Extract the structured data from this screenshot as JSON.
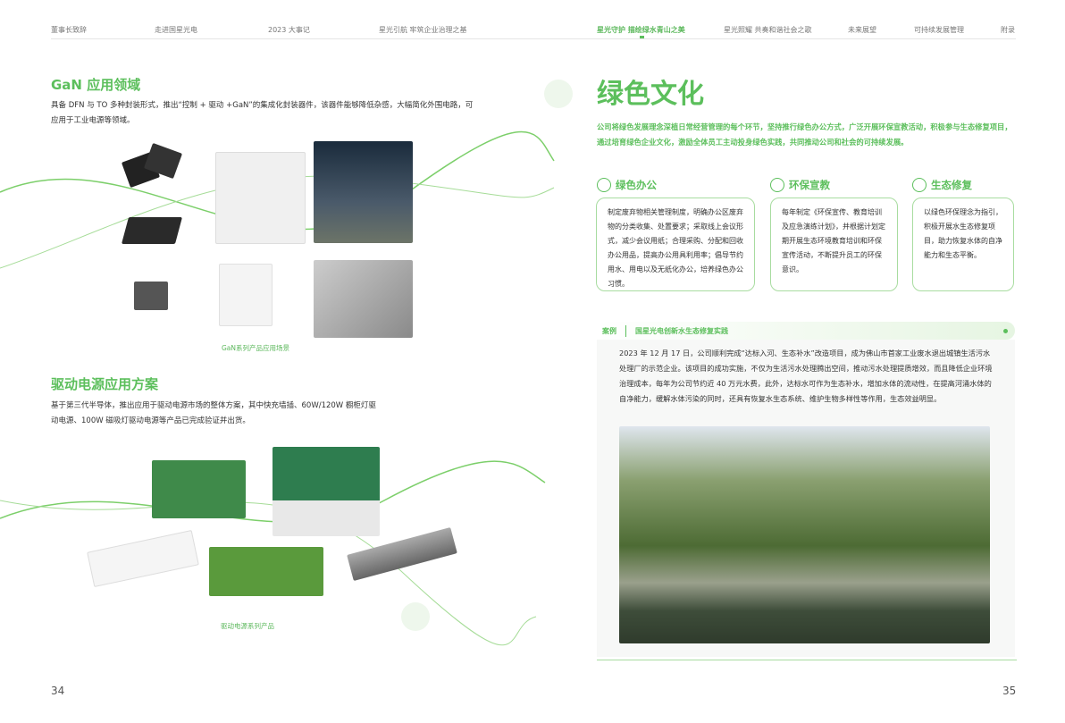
{
  "nav": {
    "items": [
      "董事长致辞",
      "走进国星光电",
      "2023 大事记",
      "星光引航 牢筑企业治理之基",
      "星光守护 描绘绿水青山之美",
      "星光照耀 共奏和谐社会之歌",
      "未来展望",
      "可持续发展管理",
      "附录"
    ],
    "active_index": 4
  },
  "left": {
    "gan": {
      "title": "GaN 应用领域",
      "body": "具备 DFN 与 TO 多种封装形式，推出“控制 + 驱动 +GaN”的集成化封装器件，该器件能够降低杂感，大幅简化外围电路，可应用于工业电源等领域。",
      "caption": "GaN系列产品应用场景"
    },
    "drive": {
      "title": "驱动电源应用方案",
      "body": "基于第三代半导体，推出应用于驱动电源市场的整体方案，其中快充墙插、60W/120W 橱柜灯驱动电源、100W 磁吸灯驱动电源等产品已完成验证并出货。",
      "caption": "驱动电源系列产品"
    },
    "page_number": "34"
  },
  "right": {
    "title": "绿色文化",
    "intro": "公司将绿色发展理念深植日常经营管理的每个环节，坚持推行绿色办公方式，广泛开展环保宣教活动，积极参与生态修复项目，通过培育绿色企业文化，激励全体员工主动投身绿色实践，共同推动公司和社会的可持续发展。",
    "cards": [
      {
        "title": "绿色办公",
        "body": "制定废弃物相关管理制度，明确办公区废弃物的分类收集、处置要求；采取线上会议形式，减少会议用纸；合理采购、分配和回收办公用品，提高办公用具利用率；倡导节约用水、用电以及无纸化办公，培养绿色办公习惯。"
      },
      {
        "title": "环保宣教",
        "body": "每年制定《环保宣传、教育培训及应急演练计划》，并根据计划定期开展生态环境教育培训和环保宣传活动，不断提升员工的环保意识。"
      },
      {
        "title": "生态修复",
        "body": "以绿色环保理念为指引，积极开展水生态修复项目，助力恢复水体的自净能力和生态平衡。"
      }
    ],
    "case": {
      "label": "案例",
      "title": "国星光电创新水生态修复实践",
      "body": "2023 年 12 月 17 日，公司顺利完成“达标入河、生态补水”改造项目，成为佛山市首家工业废水退出城镇生活污水处理厂的示范企业。该项目的成功实施，不仅为生活污水处理腾出空间，推动污水处理提质增效，而且降低企业环境治理成本，每年为公司节约近 40 万元水费，此外，达标水可作为生态补水，增加水体的流动性，在提高河涌水体的自净能力，缓解水体污染的同时，还具有恢复水生态系统、维护生物多样性等作用，生态效益明显。"
    },
    "page_number": "35"
  },
  "colors": {
    "accent": "#5cbf5c"
  }
}
